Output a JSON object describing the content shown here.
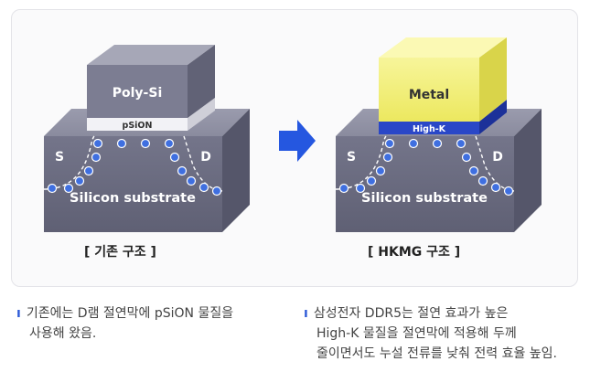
{
  "left_diagram": {
    "gate_label": "Poly-Si",
    "dielectric_label": "pSiON",
    "source_label": "S",
    "drain_label": "D",
    "substrate_label": "Silicon substrate",
    "caption": "[ 기존 구조 ]"
  },
  "right_diagram": {
    "gate_label": "Metal",
    "dielectric_label": "High-K",
    "source_label": "S",
    "drain_label": "D",
    "substrate_label": "Silicon substrate",
    "caption": "[ HKMG 구조 ]"
  },
  "arrow_icon": "right-arrow-icon",
  "notes": [
    {
      "line1": "기존에는 D램 절연막에 pSiON 물질을",
      "line2": "사용해 왔음."
    },
    {
      "line1": "삼성전자 DDR5는 절연 효과가 높은",
      "line2": "High-K 물질을 절연막에 적용해 두께",
      "line3": "줄이면서도 누설 전류를 낮춰 전력 효율 높임."
    }
  ],
  "colors": {
    "block_top": "#8a8b9e",
    "block_front": "#6e6f82",
    "block_side": "#5b5c6e",
    "metal_gate": "#f2ef7a",
    "high_k": "#2a47c7",
    "arrow": "#2557e0",
    "electron": "#3f6fe0"
  }
}
